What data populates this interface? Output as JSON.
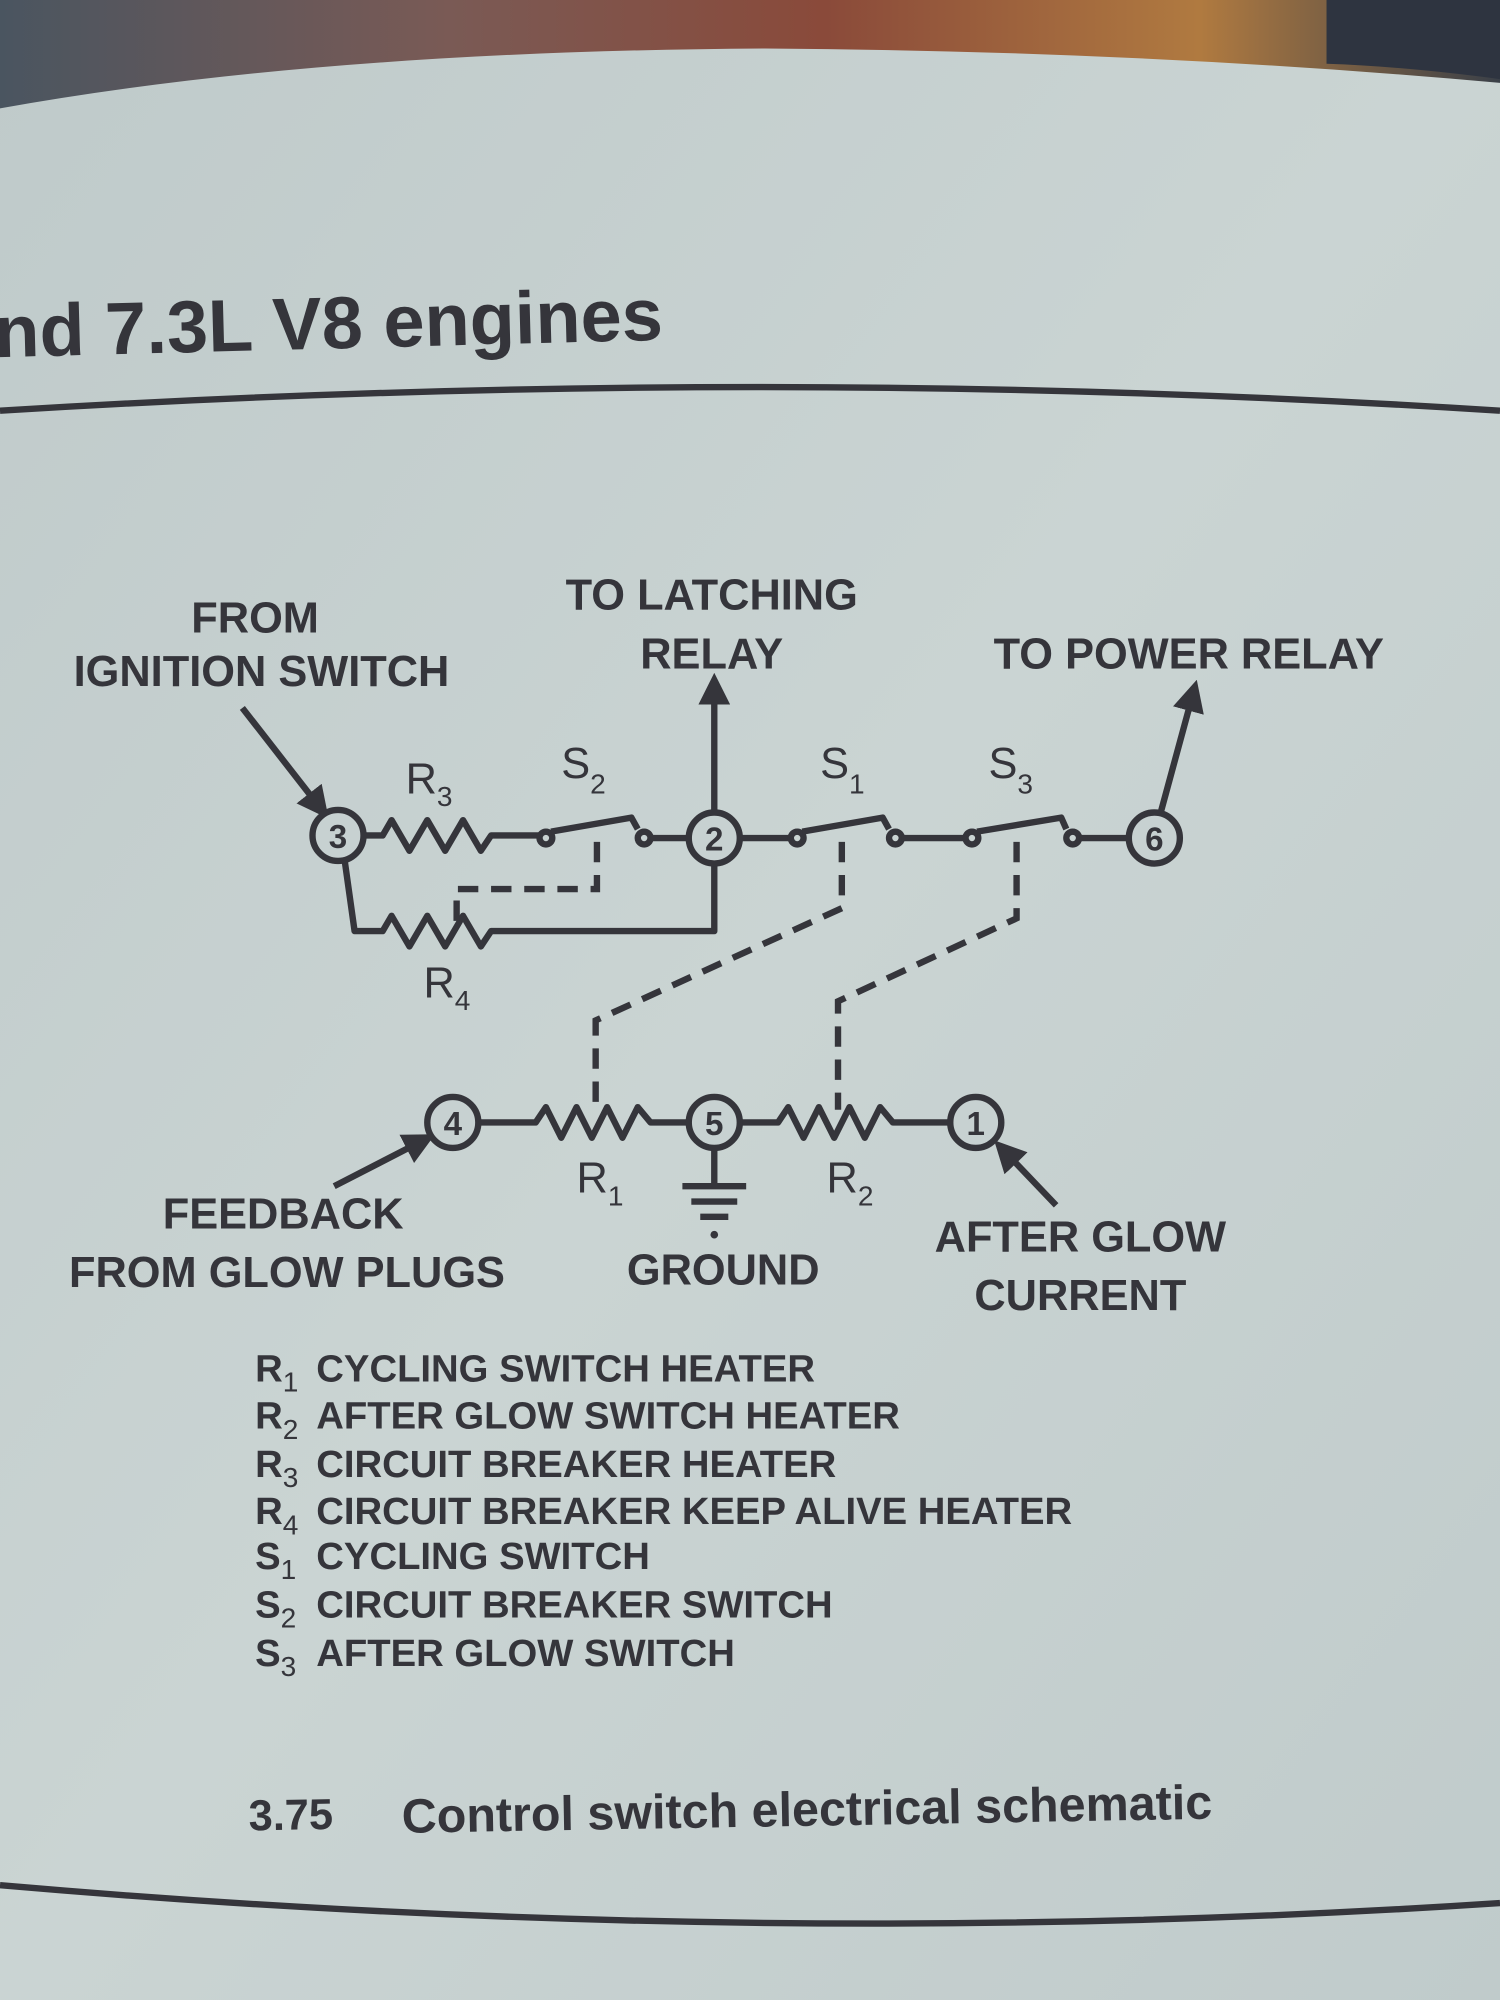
{
  "header": {
    "title": "nd 7.3L V8 engines"
  },
  "labels": {
    "from_ignition_1": "FROM",
    "from_ignition_2": "IGNITION SWITCH",
    "latching_1": "TO LATCHING",
    "latching_2": "RELAY",
    "power_relay": "TO POWER RELAY",
    "feedback_1": "FEEDBACK",
    "feedback_2": "FROM GLOW PLUGS",
    "ground": "GROUND",
    "after_glow_1": "AFTER GLOW",
    "after_glow_2": "CURRENT"
  },
  "nodes": {
    "n1": "1",
    "n2": "2",
    "n3": "3",
    "n4": "4",
    "n5": "5",
    "n6": "6"
  },
  "components": {
    "R3": {
      "sym": "R",
      "sub": "3"
    },
    "S2": {
      "sym": "S",
      "sub": "2"
    },
    "S1": {
      "sym": "S",
      "sub": "1"
    },
    "S3": {
      "sym": "S",
      "sub": "3"
    },
    "R4": {
      "sym": "R",
      "sub": "4"
    },
    "R1": {
      "sym": "R",
      "sub": "1"
    },
    "R2": {
      "sym": "R",
      "sub": "2"
    }
  },
  "legend": [
    {
      "sym": "R",
      "sub": "1",
      "text": "CYCLING SWITCH HEATER"
    },
    {
      "sym": "R",
      "sub": "2",
      "text": "AFTER GLOW SWITCH HEATER"
    },
    {
      "sym": "R",
      "sub": "3",
      "text": "CIRCUIT BREAKER HEATER"
    },
    {
      "sym": "R",
      "sub": "4",
      "text": "CIRCUIT BREAKER KEEP ALIVE HEATER"
    },
    {
      "sym": "S",
      "sub": "1",
      "text": "CYCLING SWITCH"
    },
    {
      "sym": "S",
      "sub": "2",
      "text": "CIRCUIT BREAKER SWITCH"
    },
    {
      "sym": "S",
      "sub": "3",
      "text": "AFTER GLOW SWITCH"
    }
  ],
  "caption": {
    "number": "3.75",
    "text": "Control switch electrical schematic"
  }
}
